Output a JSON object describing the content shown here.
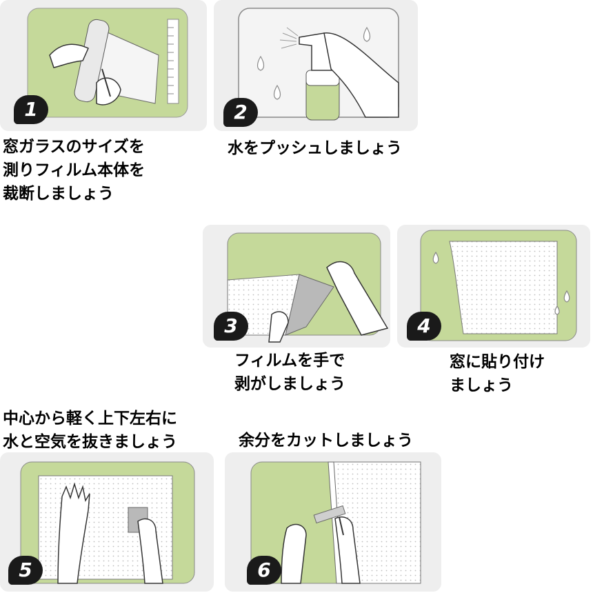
{
  "colors": {
    "green": "#c5d99a",
    "panel_bg": "#eeeeee",
    "badge": "#1a1a1a",
    "film": "#ffffff",
    "line": "#333333"
  },
  "steps": [
    {
      "number": "1",
      "lines": [
        "窓ガラスのサイズを",
        "測りフィルム本体を",
        "裁断しましょう"
      ]
    },
    {
      "number": "2",
      "lines": [
        "水をプッシュしましょう"
      ]
    },
    {
      "number": "3",
      "lines": [
        "フィルムを手で",
        "剥がしましょう"
      ]
    },
    {
      "number": "4",
      "lines": [
        "窓に貼り付け",
        "ましょう"
      ]
    },
    {
      "number": "5",
      "lines": [
        "中心から軽く上下左右に",
        "水と空気を抜きましょう"
      ]
    },
    {
      "number": "6",
      "lines": [
        "余分をカットしましょう"
      ]
    }
  ]
}
